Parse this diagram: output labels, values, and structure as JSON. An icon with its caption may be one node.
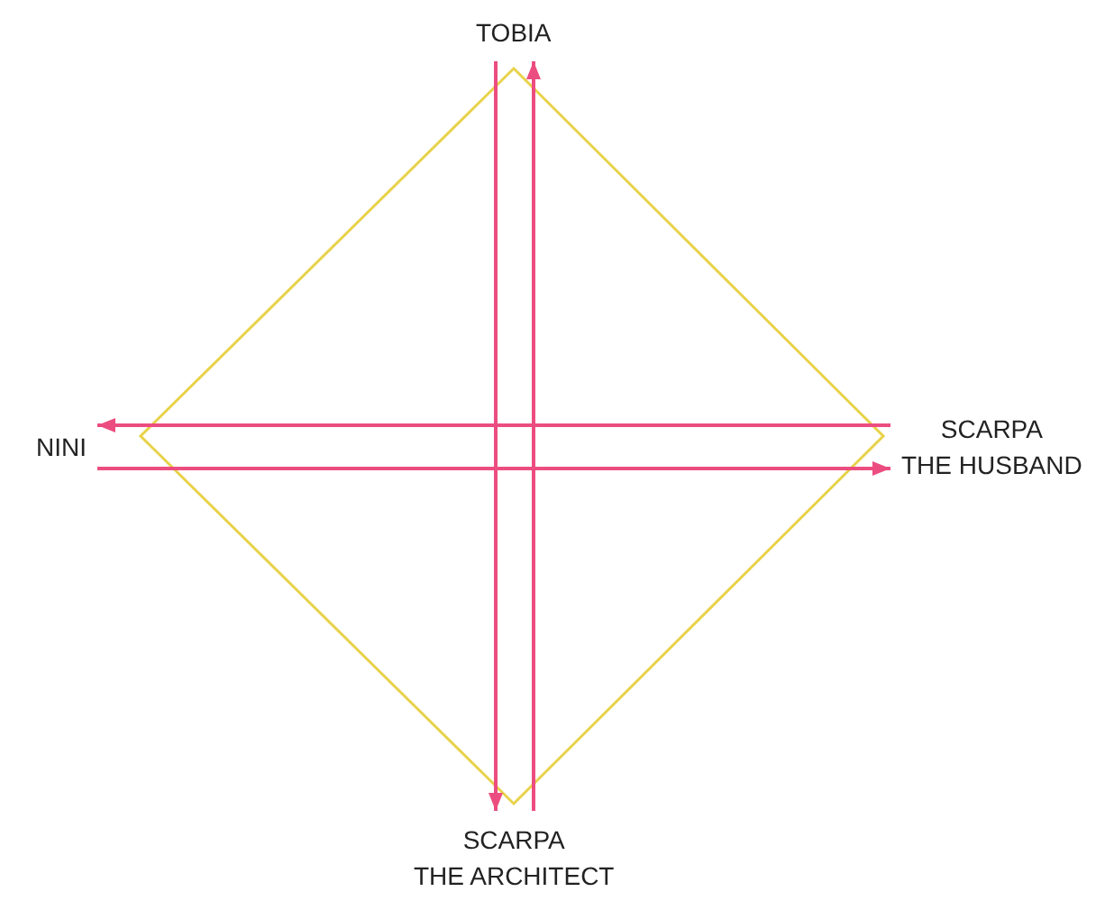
{
  "diagram": {
    "nodes": [
      {
        "text": [
          "TOBIA"
        ]
      },
      {
        "text": [
          "NINI"
        ]
      },
      {
        "text": [
          "SCARPA THE HUSBAND"
        ]
      },
      {
        "text": [
          "SCARPA THE ARCHITECT"
        ]
      }
    ],
    "edges": [
      {
        "from": 0,
        "to": 3,
        "arrow": "to"
      },
      {
        "from": 3,
        "to": 0,
        "arrow": "to"
      },
      {
        "from": 2,
        "to": 1,
        "arrow": "to"
      },
      {
        "from": 1,
        "to": 2,
        "arrow": "to"
      }
    ]
  }
}
